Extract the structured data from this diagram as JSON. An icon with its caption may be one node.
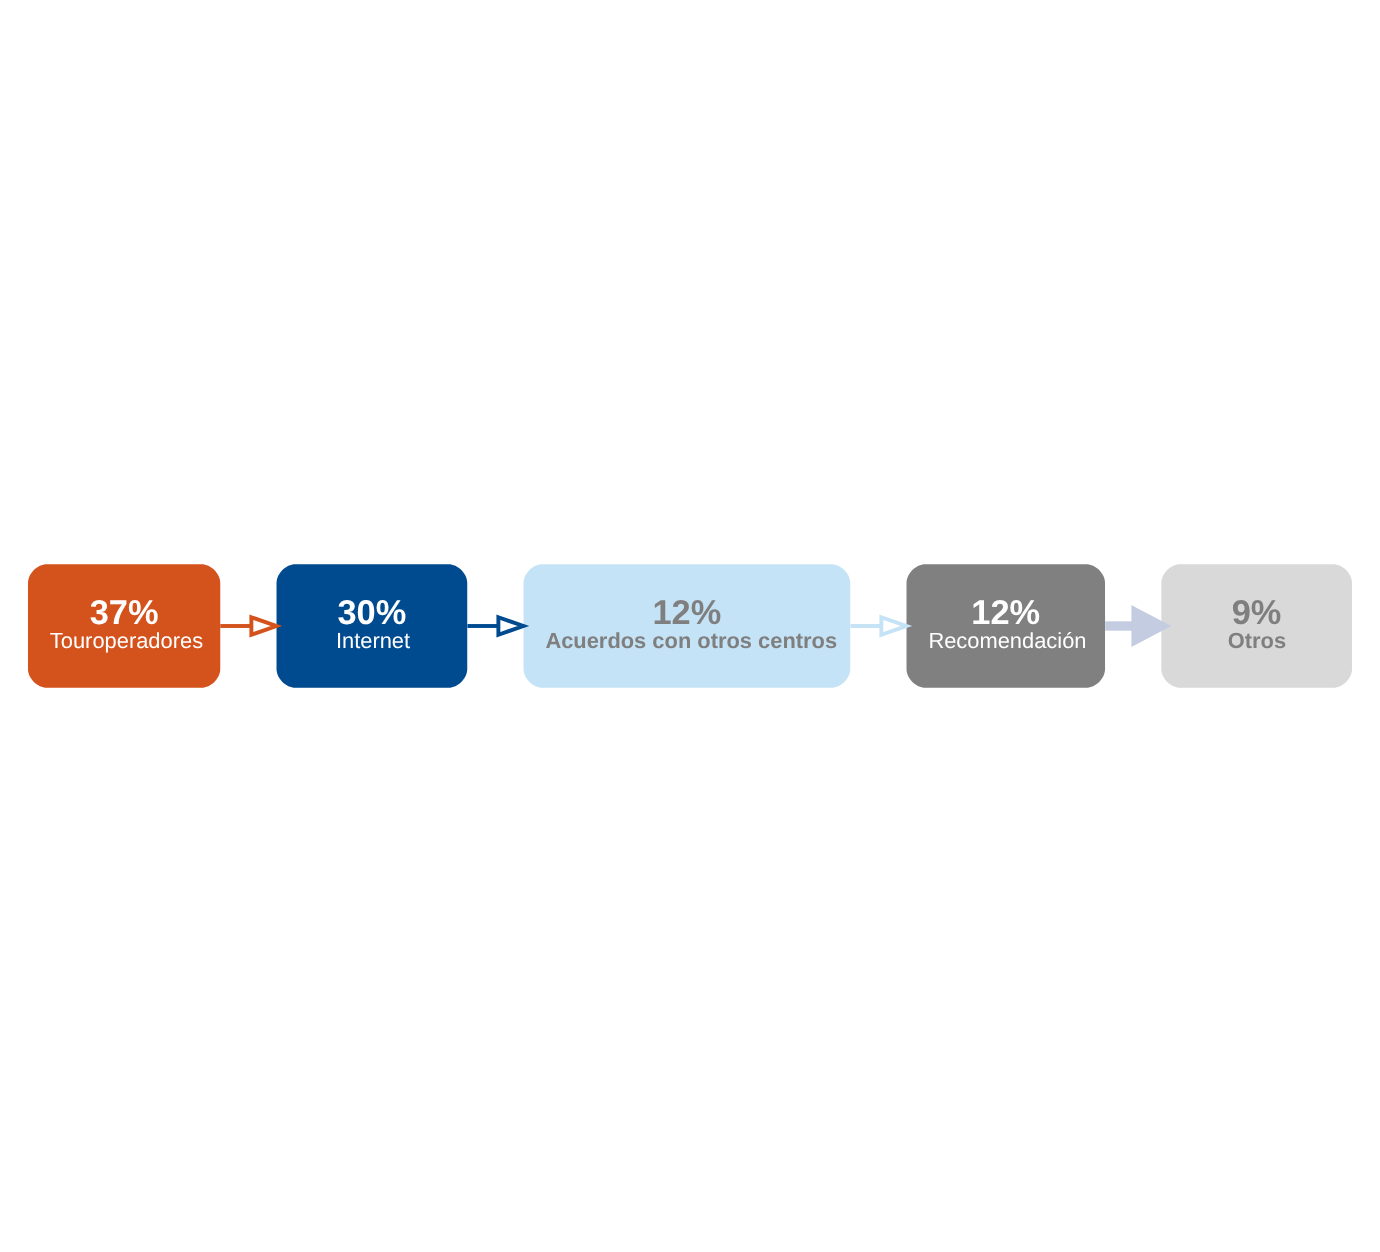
{
  "diagram": {
    "nodes": [
      {
        "text": [
          "37%",
          "Touroperadores"
        ]
      },
      {
        "text": [
          "30%",
          "Internet"
        ]
      },
      {
        "text": [
          "12%",
          "Acuerdos con otros centros"
        ]
      },
      {
        "text": [
          "12%",
          "Recomendación"
        ]
      },
      {
        "text": [
          "9%",
          "Otros"
        ]
      }
    ],
    "edges": [
      {
        "from": 0,
        "to": 1,
        "arrow": "to",
        "color": "#d4521c"
      },
      {
        "from": 1,
        "to": 2,
        "arrow": "to",
        "color": "#004a8f"
      },
      {
        "from": 2,
        "to": 3,
        "arrow": "to",
        "color": "#c5e3f6"
      },
      {
        "from": 3,
        "to": 4,
        "arrow": "to",
        "style": "thick",
        "color": "#c3cce0"
      }
    ]
  }
}
